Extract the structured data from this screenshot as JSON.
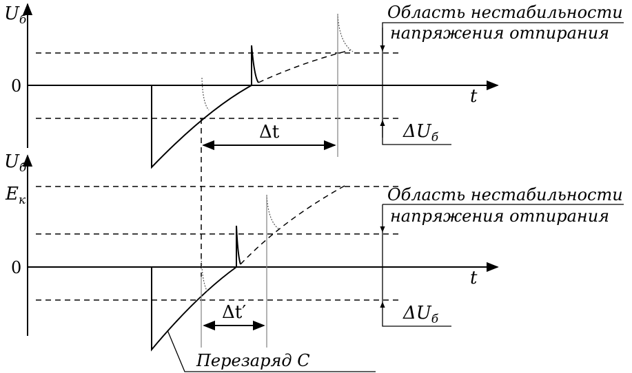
{
  "top": {
    "axis_y_label": "U",
    "axis_y_sub": "б",
    "axis_x_label": "t",
    "zero_label": "0",
    "region_line1": "Область нестабильности",
    "region_line2": "напряжения отпирания",
    "delta_t_label": "Δt",
    "delta_u_label": "ΔU",
    "delta_u_sub": "б"
  },
  "bottom": {
    "axis_y_label": "U",
    "axis_y_sub": "б",
    "ek_label": "E",
    "ek_sub": "к",
    "axis_x_label": "t",
    "zero_label": "0",
    "region_line1": "Область нестабильности",
    "region_line2": "напряжения отпирания",
    "delta_t_label": "Δt′",
    "delta_u_label": "ΔU",
    "delta_u_sub": "б",
    "recharge_label": "Перезаряд C"
  }
}
